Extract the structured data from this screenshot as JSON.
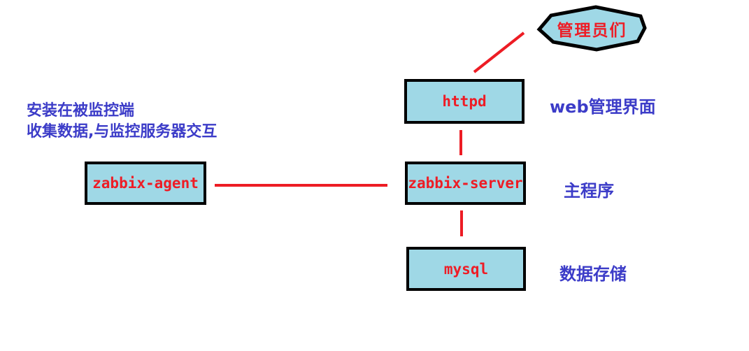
{
  "colors": {
    "node-fill": "#9fd8e6",
    "node-border": "#000000",
    "line-red": "#ed1c24",
    "text-red": "#ee1c25",
    "text-blue": "#3c3cc8",
    "background": "#ffffff"
  },
  "nodes": {
    "admins": {
      "label": "管理员们",
      "shape": "hexagon"
    },
    "httpd": {
      "label": "httpd",
      "shape": "rect",
      "annotation": "web管理界面"
    },
    "zabbix_server": {
      "label": "zabbix-server",
      "shape": "rect",
      "annotation": "主程序"
    },
    "mysql": {
      "label": "mysql",
      "shape": "rect",
      "annotation": "数据存储"
    },
    "zabbix_agent": {
      "label": "zabbix-agent",
      "shape": "rect"
    }
  },
  "agent_note": {
    "line1": "安装在被监控端",
    "line2": "收集数据,与监控服务器交互"
  },
  "edges": [
    {
      "from": "管理员们",
      "to": "httpd"
    },
    {
      "from": "httpd",
      "to": "zabbix-server"
    },
    {
      "from": "zabbix-server",
      "to": "mysql"
    },
    {
      "from": "zabbix-agent",
      "to": "zabbix-server"
    }
  ]
}
